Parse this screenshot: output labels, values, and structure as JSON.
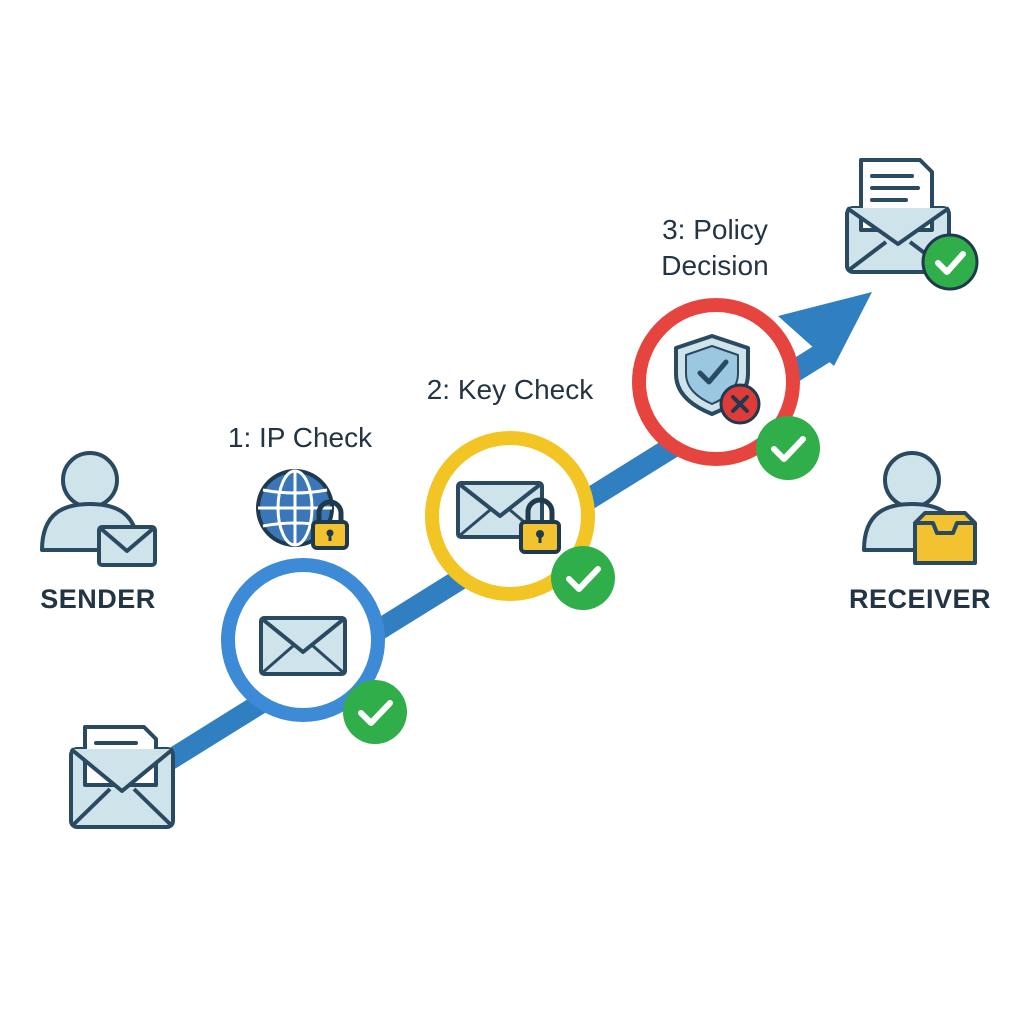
{
  "roles": {
    "sender": "SENDER",
    "receiver": "RECEIVER"
  },
  "steps": [
    {
      "label": "1: IP Check",
      "status": "pass"
    },
    {
      "label": "2: Key Check",
      "status": "pass"
    },
    {
      "label_line1": "3: Policy",
      "label_line2": "Decision",
      "status": "pass"
    }
  ],
  "colors": {
    "arrow": "#2f7fc1",
    "step1_ring": "#3d8bd6",
    "step2_ring": "#f2c424",
    "step3_ring": "#e6453f",
    "check_green": "#2fae4a",
    "fail_red": "#e03b3b",
    "icon_fill": "#cfe3ea",
    "icon_stroke": "#2a4a62",
    "lock_gold": "#f2c230",
    "globe_blue": "#3a76b8"
  },
  "icons": {
    "sender": "person-with-envelope-icon",
    "receiver": "person-with-inbox-icon",
    "start": "open-envelope-letter-icon",
    "end": "open-envelope-letter-icon",
    "step1": "globe-lock-icon",
    "step2": "envelope-lock-icon",
    "step3": "shield-check-icon"
  }
}
